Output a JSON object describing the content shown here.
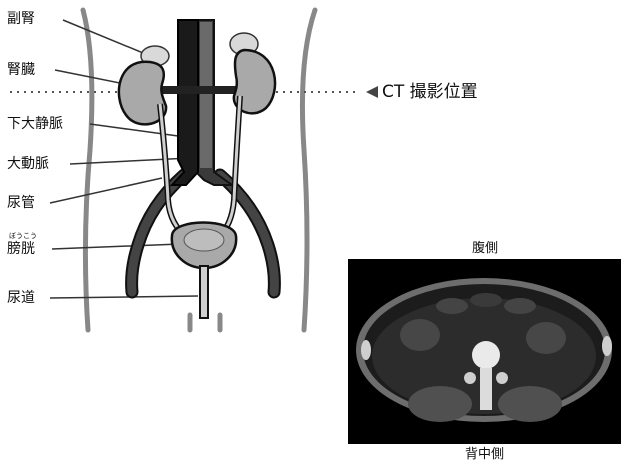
{
  "labels": {
    "adrenal": "副腎",
    "kidney": "腎臓",
    "ivc": "下大静脈",
    "aorta": "大動脈",
    "ureter": "尿管",
    "bladder": "膀胱",
    "bladder_ruby": "ぼうこう",
    "urethra": "尿道"
  },
  "ct_position_label": "CT 撮影位置",
  "ct_image": {
    "top_caption": "腹側",
    "bottom_caption": "背中側"
  },
  "colors": {
    "organ_gray": "#a9a9a9",
    "vessel_dark": "#222222",
    "outline": "#111111",
    "ct_background": "#000000",
    "dotted_line": "#555555"
  }
}
